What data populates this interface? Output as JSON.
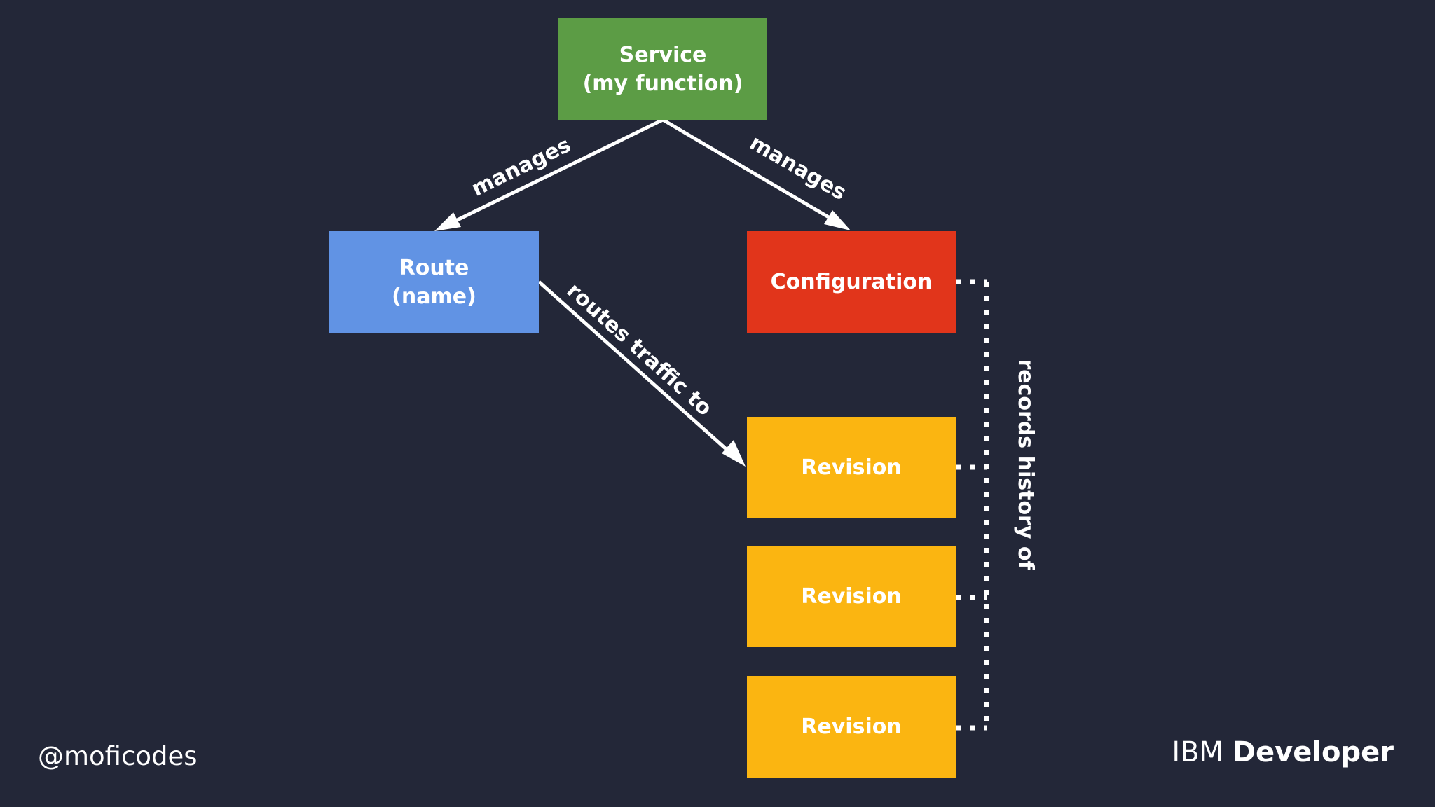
{
  "diagram": {
    "nodes": {
      "service": {
        "lines": [
          "Service",
          "(my function)"
        ],
        "color": "#5c9c45"
      },
      "route": {
        "lines": [
          "Route",
          "(name)"
        ],
        "color": "#6193e4"
      },
      "configuration": {
        "lines": [
          "Configuration"
        ],
        "color": "#e1351b"
      },
      "revisions": [
        {
          "label": "Revision",
          "color": "#fbb511"
        },
        {
          "label": "Revision",
          "color": "#fbb511"
        },
        {
          "label": "Revision",
          "color": "#fbb511"
        }
      ]
    },
    "edges": {
      "service_route": "manages",
      "service_configuration": "manages",
      "route_revision": "routes traffic to",
      "configuration_revisions": "records history of"
    }
  },
  "footer": {
    "handle": "@moficodes",
    "brand_light": "IBM",
    "brand_bold": "Developer"
  },
  "colors": {
    "background": "#232738",
    "arrows": "#ffffff"
  }
}
